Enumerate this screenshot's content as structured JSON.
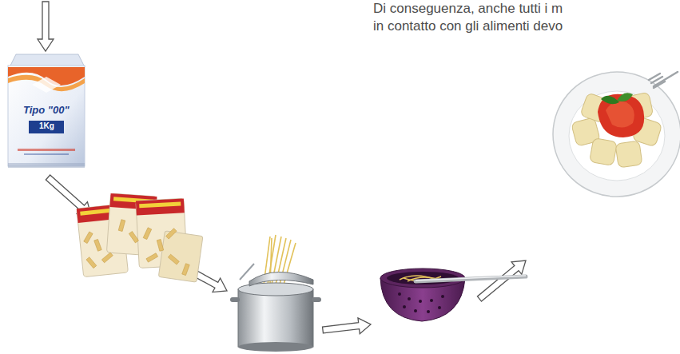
{
  "diagram": {
    "labels": [
      "Di conseguenza, anche tutti i m",
      "in contatto con gli alimenti devo",
      "Tipo \"00\"",
      "1Kg"
    ]
  }
}
